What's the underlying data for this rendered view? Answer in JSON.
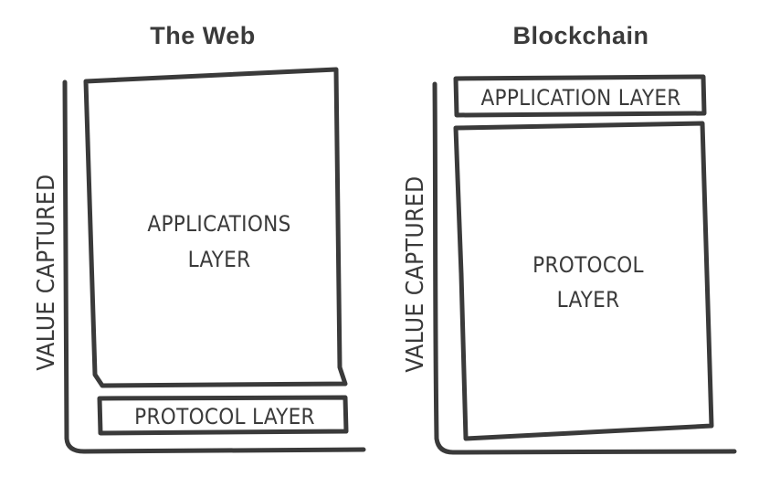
{
  "panels": [
    {
      "title": "The Web",
      "y_axis_label": "VALUE CAPTURED",
      "top_box": {
        "lines": [
          "APPLICATIONS",
          "LAYER"
        ]
      },
      "bottom_box": {
        "lines": [
          "PROTOCOL LAYER"
        ]
      }
    },
    {
      "title": "Blockchain",
      "y_axis_label": "VALUE CAPTURED",
      "top_box": {
        "lines": [
          "APPLICATION LAYER"
        ]
      },
      "bottom_box": {
        "lines": [
          "PROTOCOL",
          "LAYER"
        ]
      }
    }
  ]
}
